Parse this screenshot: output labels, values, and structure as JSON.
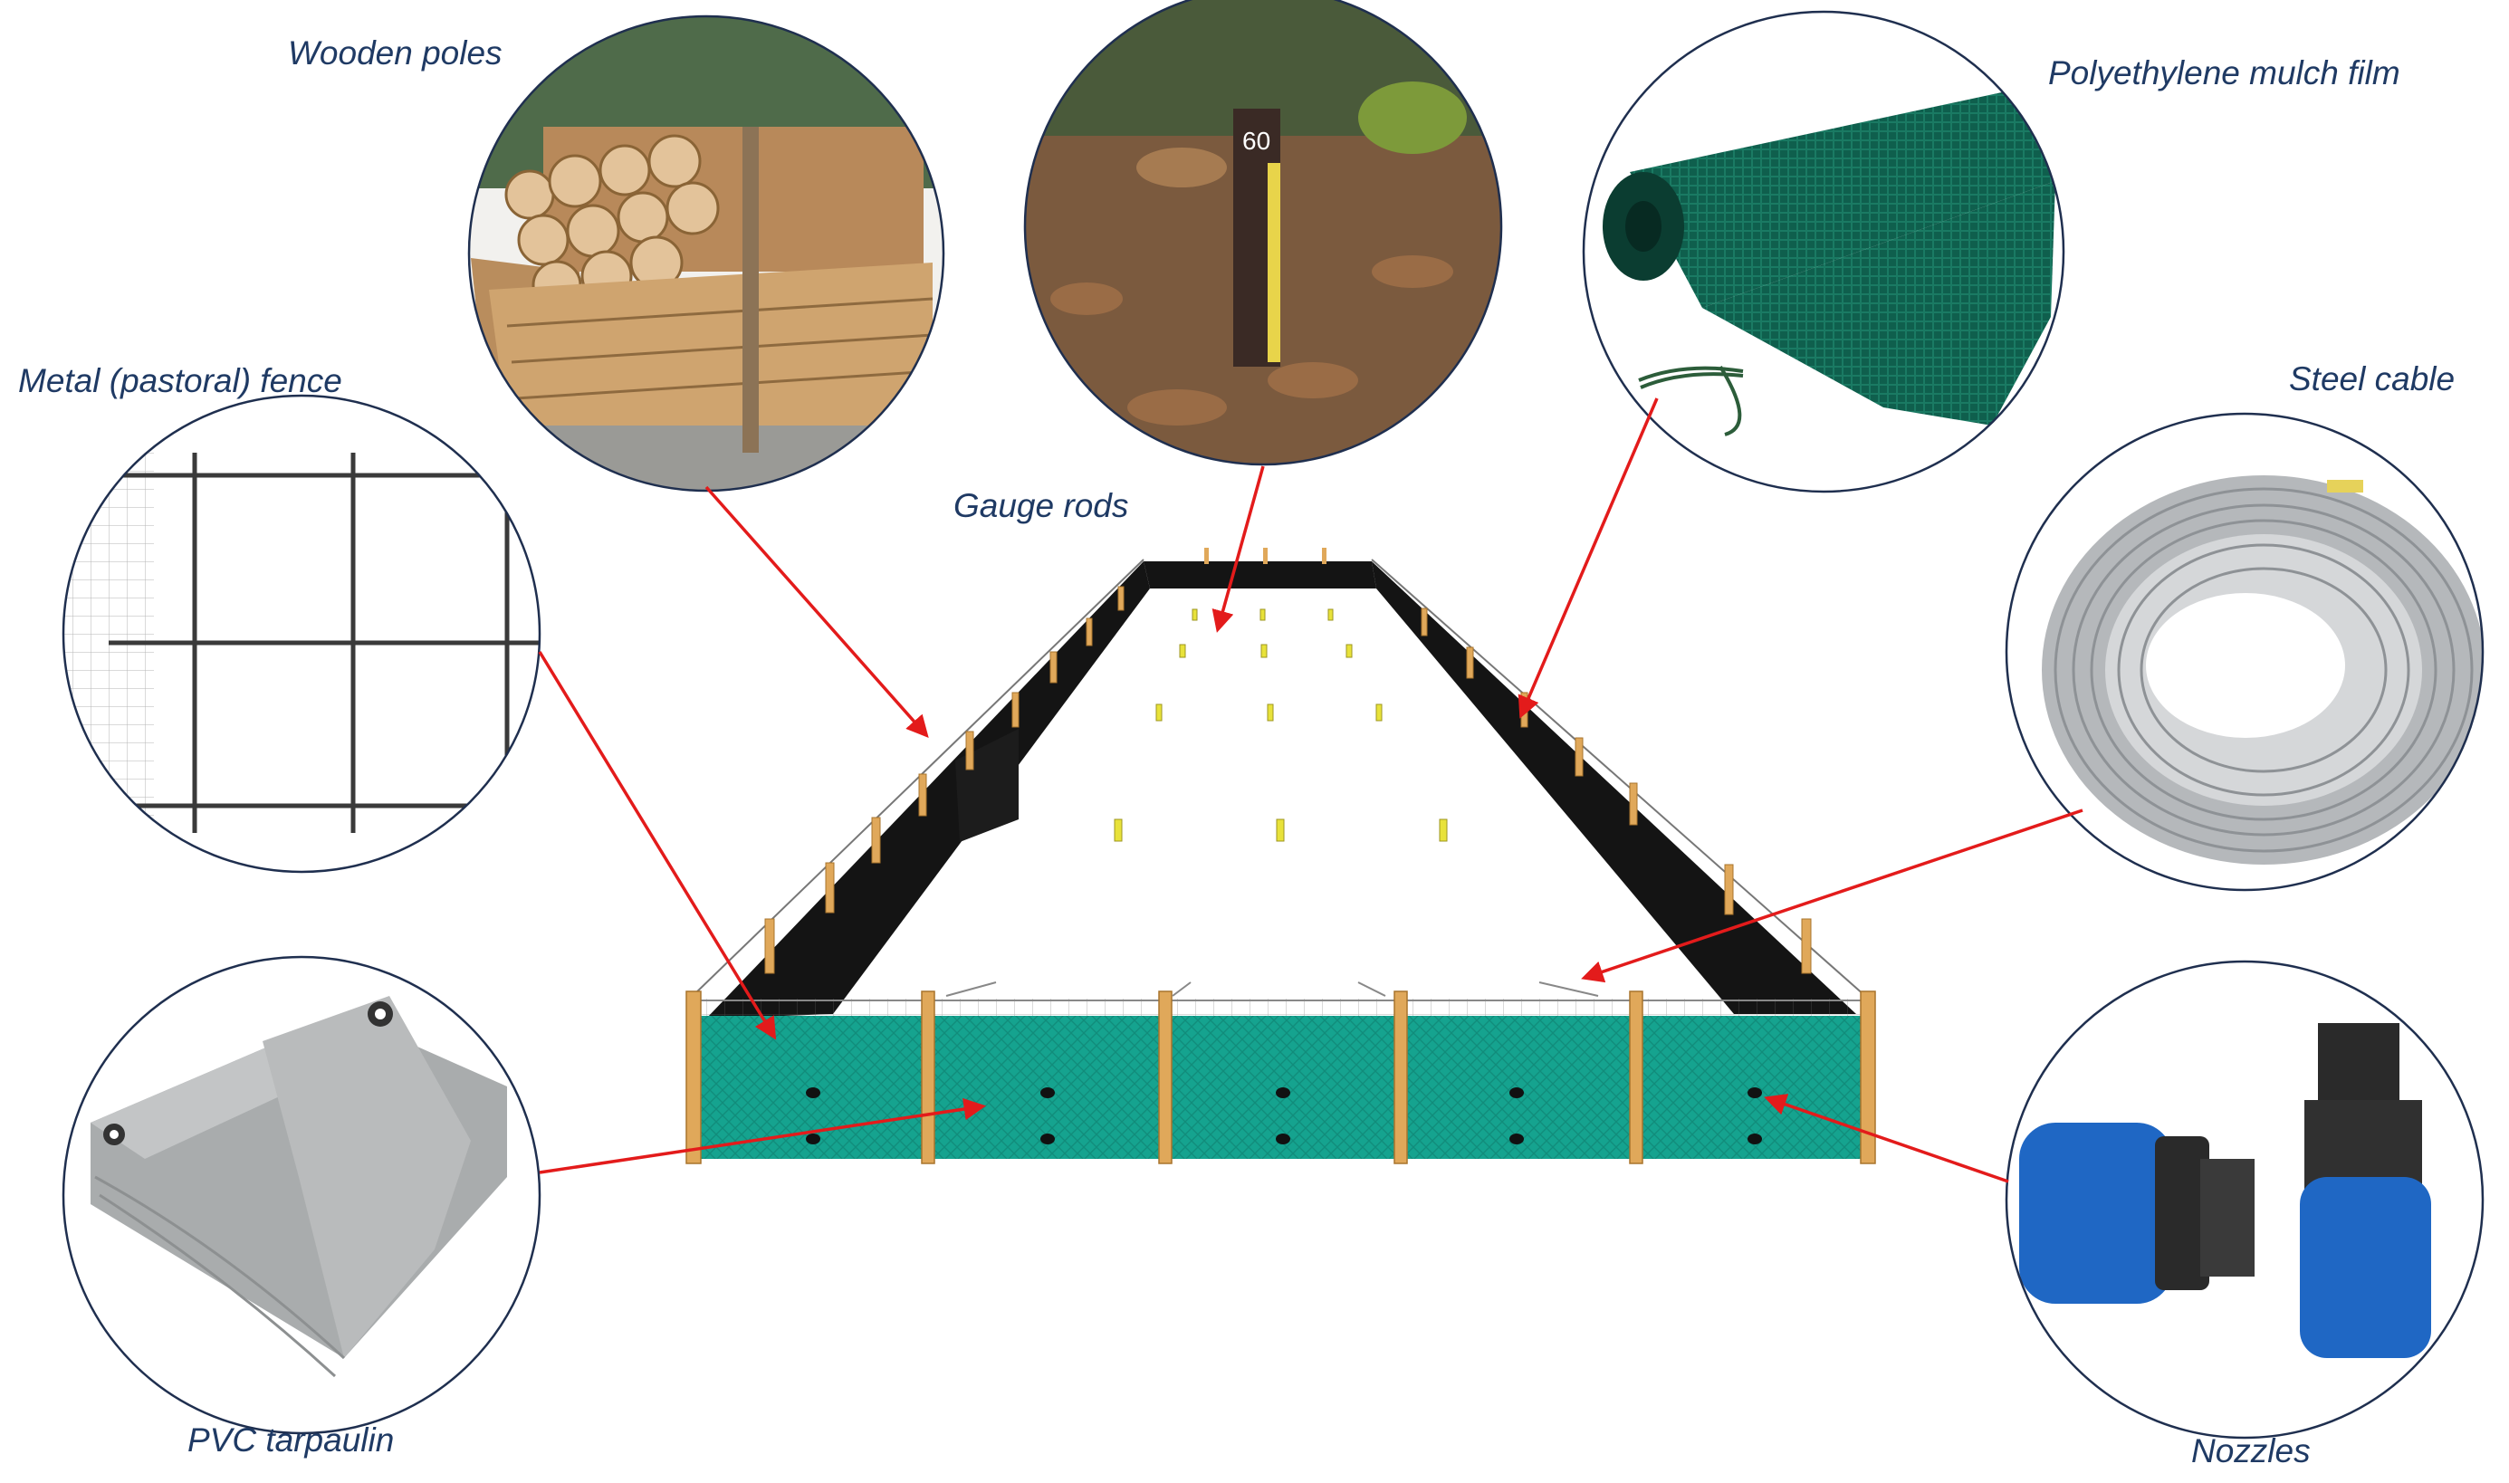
{
  "labels": {
    "wooden_poles": "Wooden poles",
    "gauge_rods": "Gauge rods",
    "polyethylene_mulch_film": "Polyethylene mulch film",
    "metal_fence": "Metal (pastoral) fence",
    "steel_cable": "Steel cable",
    "pvc_tarpaulin": "PVC tarpaulin",
    "nozzles": "Nozzles"
  },
  "colors": {
    "label_text": "#1f3a64",
    "arrow": "#e31b1b",
    "circle_border": "#1f2f4f",
    "tarp_teal": "#15a38f",
    "mulch_black": "#141414",
    "pole_wood": "#e0a85a",
    "gauge_yellow": "#e8e23a"
  },
  "icons": {
    "wooden_poles": "stacked-logs-photo",
    "gauge_rods": "gauge-rod-photo",
    "polyethylene_mulch_film": "film-roll-photo",
    "metal_fence": "wire-mesh-photo",
    "steel_cable": "cable-coil-photo",
    "pvc_tarpaulin": "folded-tarp-photo",
    "nozzles": "pipe-fittings-photo"
  }
}
